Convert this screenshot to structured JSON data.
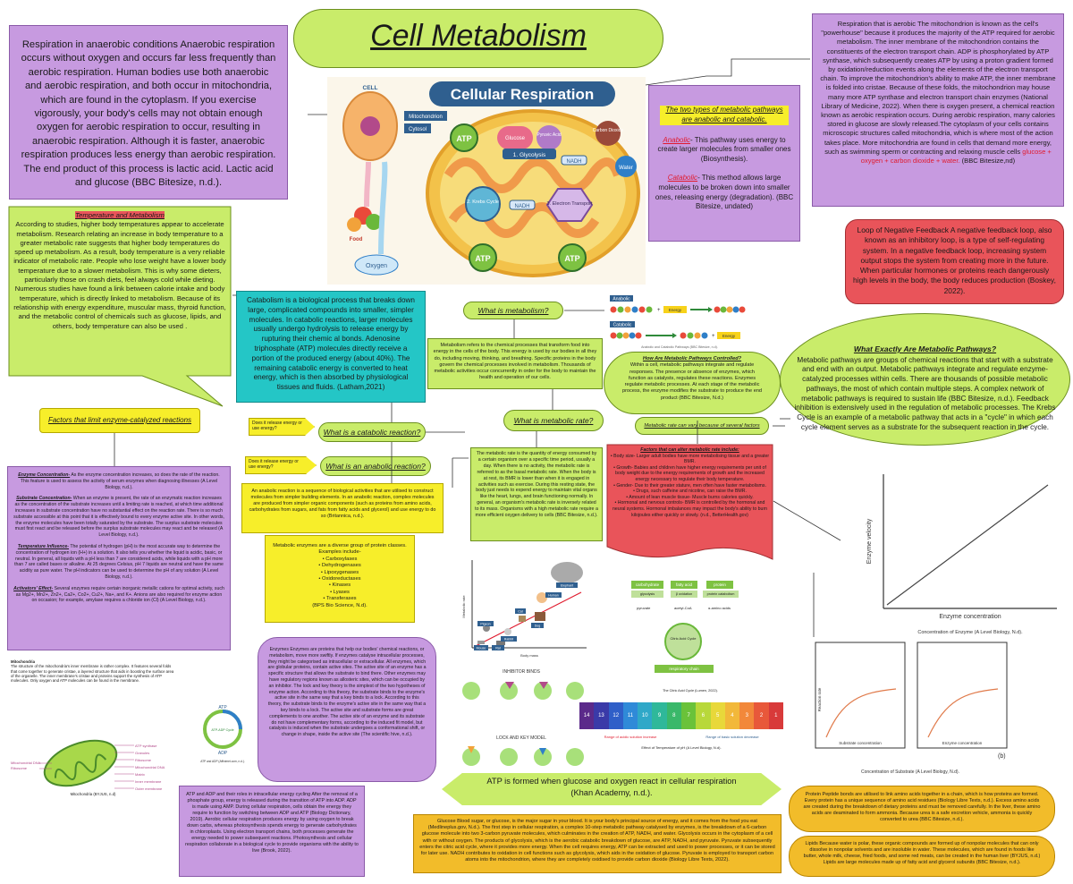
{
  "title": "Cell Metabolism",
  "anaerobic_box": "Respiration in anaerobic conditions Anaerobic respiration occurs without oxygen and occurs far less frequently than aerobic respiration. Human bodies use both anaerobic and aerobic respiration, and both occur in mitochondria, which are found in the cytoplasm. If you exercise vigorously, your body's cells may not obtain enough oxygen for aerobic respiration to occur, resulting in anaerobic respiration. Although it is faster, anaerobic respiration produces less energy than aerobic respiration. The end product of this process is lactic acid. Lactic acid and glucose (BBC Bitesize, n.d.).",
  "aerobic_box": {
    "text": "Respiration that is aerobic  The mitochondrion is known as the cell's \"powerhouse\" because it produces the majority of the ATP required for aerobic metabolism. The inner membrane of the mitochondrion contains the constituents of the electron transport chain.  ADP is phosphorylated by ATP synthase, which subsequently creates ATP by using a proton gradient formed by oxidation/reduction events along the elements of the electron transport chain. To improve the mitochondrion's ability to make ATP, the inner membrane is folded into cristae. Because of these folds, the mitochondrion may house many more ATP synthase and electron transport chain enzymes (National Library of Medicine, 2022). When there is oxygen present, a chemical reaction known as aerobic respiration occurs. During aerobic respiration, many calories stored in glucose are slowly released.The cytoplasm of your cells contains microscopic structures called mitochondria, which is where most of the action takes place. More mitochondria are found in cells that demand more energy, such as swimming sperm or contracting and relaxing muscle cells",
    "equation": "glucose + oxygen + carbon dioxide + water.",
    "citation": " (BBC Bitesize,nd)"
  },
  "pathway_types": {
    "heading": "The two types of metabolic pathways are anabolic and catabolic.",
    "anabolic_label": "Anabolic",
    "anabolic_text": "- This pathway uses energy to create larger molecules from smaller ones (Biosynthesis).",
    "catabolic_label": "Catabolic",
    "catabolic_text": "- This method allows large molecules to be broken down into smaller ones, releasing energy (degradation).   (BBC Bitesize, undated)"
  },
  "temperature": {
    "heading": "Temperature and Metabolism",
    "text": "According to studies, higher body temperatures appear to accelerate metabolism.  Research relating an increase in body temperature to a greater metabolic rate suggests that higher body temperatures do speed up metabolism. As a result, body temperature is a very reliable indicator of metabolic rate.  People who lose weight have a lower body temperature due to a slower metabolism. This is why some dieters, particularly those on crash diets, feel always cold while dieting. Numerous studies have found a link between calorie intake and body temperature, which is directly linked to metabolism.  Because of its relationship with energy expenditure, muscular mass, thyroid function, and the metabolic control of chemicals such as glucose, lipids, and others, body temperature can also be used ."
  },
  "negative_feedback": "Loop of Negative Feedback A negative feedback loop, also known as an inhibitory loop, is a type of self-regulating system. In a negative feedback loop, increasing system output stops the system from creating more in the future. When particular hormones or proteins reach dangerously high levels in the body, the body reduces production (Boskey, 2022).",
  "metabolic_pathways": {
    "heading": "What Exactly Are Metabolic Pathways?",
    "text": "Metabolic pathways are groups of chemical reactions that start with a substrate and end with an output. Metabolic pathways integrate and regulate enzyme-catalyzed processes within cells. There are thousands of possible metabolic pathways, the most of which contain multiple steps. A complex network of metabolic pathways is required to sustain life (BBC Bitesize, n.d.).  Feedback inhibition is extensively used in the regulation of metabolic processes. The Krebs Cycle is an example of a metabolic pathway that acts in a \"cycle\" in which each cycle element serves as a substrate for the subsequent reaction in the cycle."
  },
  "catabolism_box": "Catabolism is a biological process that breaks down large, complicated compounds into smaller, simpler molecules.  In catabolic reactions, larger molecules usually undergo hydrolysis to release energy by rupturing their chemic al bonds. Adenosine triphosphate (ATP) molecules directly receive a portion of the produced energy (about 40%).  The remaining catabolic energy is converted to heat energy, which is then absorbed by physiological tissues and fluids. (Latham,2021)",
  "pills": {
    "what_is_metabolism": "What is metabolism?",
    "what_is_rate": "What is metabolic rate?",
    "what_is_catabolic": "What is a catabolic reaction?",
    "what_is_anabolic": "What is an anabolic reaction?",
    "rate_varies": "Metabolic rate can vary because of several factors"
  },
  "tags": {
    "catabolic_q": "Does it release energy or use energy?",
    "anabolic_q": "Does it release energy or use energy?"
  },
  "metabolism_def": "Metabolism refers to the chemical processes that transform food into energy in the cells of the body.  This energy is used by our bodies in all they do, including moving, thinking, and breathing. Specific proteins in the body govern the chemical processes involved in metabolism.  Thousands of metabolic activities occur concurrently in order for the body to maintain the health and operation of our cells.",
  "how_regulated": {
    "heading": "How Are Metabolic Pathways Controlled?",
    "text": "Within a cell, metabolic pathways integrate and regulate responses. The presence or absence of enzymes, which function as catalysts, regulates these reactions. Enzymes regulate metabolic processes. At each stage of the metabolic process, the enzyme modifies the substrate to produce the end product (BBC Bitesize, N.d.)"
  },
  "metabolic_rate_def": "The metabolic rate is the quantity of energy consumed by a certain organism over a specific time period, usually a day. When there is no activity, the metabolic rate is referred to as the basal metabolic rate. When the body is at rest, its BMR is lower than when it is engaged in activities such as exercise. During this resting state, the body just needs to expend energy to maintain vital organs like the heart, lungs, and brain functioning normally. In general, an organism's metabolic rate is inversely related to its mass. Organisms with a high metabolic rate require a more efficient oxygen delivery to cells (BBC Bitesize, n.d.).",
  "factors_rate": {
    "heading": "Factors that can alter metabolic rate include:",
    "items": [
      "• Body size- Larger adult bodies have more metabolising tissue and a greater BMR.",
      "• Growth- Babies and children have higher energy requirements per unit of body weight due to the energy requirements of growth and the increased energy necessary to regulate their body temperature.",
      "• Gender- Due to their greater stature, men often have faster metabolisms.",
      "• Drugs, such caffeine and nicotine, can raise the BMR.",
      "• Amount of lean muscle tissue- Muscle burns calories quickly.",
      "• Hormonal and nervous controls- BMR is controlled by the hormonal and neural systems. Hormonal imbalances may impact the body's ability to burn kilojoules either quickly or slowly.  (n.d., BetterHealth.gov)"
    ]
  },
  "anabolic_def": "An anabolic reaction is a sequence of biological activities that are utilised to construct molecules from simpler building elements. In an anabolic reaction, complex molecules are produced from simpler organic components (such as proteins from amino acids, carbohydrates from sugars, and fats from fatty acids and glycerol) and use energy to do so (Britannica, n.d.).",
  "factors_enzyme_pill": "Factors that limit enzyme-catalyzed reactions",
  "enzyme_factors": [
    {
      "label": "Enzyme Concentration-",
      "text": " As the enzyme concentration increases, so does the rate of the reaction. This feature is used to assess the activity of serum enzymes when diagnosing illnesses (A Level Biology, n.d.)."
    },
    {
      "label": "Substrate Concentration-",
      "text": " When an enzyme is present, the rate of an enzymatic reaction increases as the concentration of the substrate increases until a limiting rate is reached, at which time additional increases in substrate concentration have no substantial effect on the reaction rate. There is so much substrate accessible at this point that it is effectively bound to every enzyme active site. In other words, the enzyme molecules have been totally saturated by the substrate. The surplus substrate molecules must first react and be released before the surplus substrate molecules may react and be released (A Level Biology, n.d.)."
    },
    {
      "label": "Temperature Influence-",
      "text": " The potential of hydrogen (pH) is the most accurate way to determine the concentration of hydrogen ion (H+) in a solution. It also tells you whether the liquid is acidic, basic, or neutral. In general, all liquids with a pH less than 7 are considered acids, while liquids with a pH more than 7 are called bases or alkaline. At 25 degrees Celsius, pH 7 liquids are neutral and have the same acidity as pure water. The pH indicators can be used to determine the pH of any solution (A Level Biology, n.d.)."
    },
    {
      "label": "Activators' Effect-",
      "text": " Several enzymes require certain inorganic metallic cations for optimal activity, such as Mg2+, Mn2+, Zn2+, Ca2+, Co2+, Cu2+, Na+, and K+. Anions are also required for enzyme action on occasion; for example, amylase requires a chloride ion (Cl) (A Level Biology, n.d.)."
    }
  ],
  "metabolic_enzymes": {
    "intro": "Metabolic enzymes are a diverse group of protein classes. Examples include-",
    "items": [
      "• Carboxylases",
      "• Dehydrogenases",
      "• Lipoxygenases",
      "• Oxidoreductases",
      "• Kinases",
      "• Lyases",
      "• Transferases"
    ],
    "cite": "(BPS Bio Science, N.d)."
  },
  "enzymes_box": "Enzymes Enzymes are proteins that help our bodies' chemical reactions, or metabolism, move more swiftly. If enzymes catalyse intracellular processes, they might be categorised as intracellular or extracellular. All enzymes, which are globular proteins, contain active sites. The active site of an enzyme has a specific structure that allows the substrate to bind there. Other enzymes may have regulatory regions known as allosteric sites, which can be occupied by an inhibitor. The lock and key theory is the simplest of the two hypotheses of enzyme action. According to this theory, the substrate binds to the enzyme's active site in the same way that a key binds to a lock. According to this theory, the substrate binds to the enzyme's active site in the same way that a key binds to a lock. The active site and substrate forms are great complements to one another. The active site of an enzyme and its substrate do not have complementary forms, according to the induced fit model, but catalysis is induced when the substrate undergoes a conformational shift, or change in shape, inside the active site (The scientific hive, n.d.).",
  "atp_adp_box": "ATP and ADP and their roles in intracellular energy cycling After the removal of a phosphate group, energy is released during the transition of ATP into ADP. ADP is made using AMP. During cellular respiration, cells obtain the energy they require to function by switching between ADP and ATP (Biology Dictionary, 2019). Aerobic cellular respiration produces energy by using oxygen to break down carbs, whereas photosynthesis spends energy to generate carbohydrates in chloroplasts. Using electron transport chains, both processes generate the energy needed to power subsequent reactions. Photosynthesis and cellular respiration collaborate in a biological cycle to provide organisms with the ability to live (Brook, 2022).",
  "atp_formed": "ATP is formed when glucose and oxygen react in cellular respiration (Khan Academy, n.d.).",
  "glucose_box": "Glucose Blood sugar, or glucose, is the major sugar in your blood. It is your body's principal source of energy, and it comes from the food you eat (Medlineplus.gov, N.d.). The first step in cellular respiration, a complex 10-step metabolic pathway catalysed by enzymes, is the breakdown of a 6-carbon glucose molecule into two 3-carbon pyruvate molecules, which culminates in the creation of ATP, NADH, and water. Glycolysis occurs in the cytoplasm of a cell with or without oxygen. The products of glycolysis, which is the aerobic catabolic breakdown of glucose, are ATP, NADH, and pyruvate. Pyruvate subsequently enters the citric acid cycle, where it provides more energy. When the cell requires energy, ATP can be extracted and used to power processes, or it can be stored for later use. NADH contributes to oxidation in cell functions such as glycolysis, which aids in the oxidation of glucose. Pyruvate is employed to transport carbon atoms into the mitochondrion, where they are completely oxidised to provide carbon dioxide (Biology Libre Texts, 2022).",
  "protein_box": "Protein Peptide bonds are utilised to link amino acids together in a chain, which is how proteins are formed. Every protein has a unique sequence of amino acid residues (Biology Libre Texts, n.d.). Excess amino acids are created during the breakdown of dietary proteins and must be removed carefully. In the liver, these amino acids are deaminated to form ammonia.  Because urea is a safe excretion vehicle, ammonia is quickly converted to urea (BBC Bitesize, n.d.).",
  "lipids_box": "Lipids Because water is polar, these organic compounds are formed up of nonpolar molecules that can only dissolve in nonpolar solvents and are insoluble in water. These molecules, which are found in foods like butter, whole milk, cheese, fried foods, and some red meats, can be created in the human liver (BYJUS, n.d.) Lipids are large molecules made up of fatty acid and glycerol subunits (BBC Bitesize, n.d.).",
  "cellular_respiration": {
    "title": "Cellular Respiration",
    "cell": "CELL",
    "mitochondrion": "Mitochondrion",
    "cytosol": "Cytosol",
    "glucose": "Glucose",
    "pyruvic_acid": "Pyruvic Acid",
    "glycolysis": "1. Glycolysis",
    "carbon_dioxide": "Carbon Dioxide",
    "nadh": "NADH",
    "krebs": "2. Krebs Cycle",
    "electron": "3. Electron Transport",
    "water": "Water",
    "atp": "ATP",
    "food": "Food",
    "oxygen": "Oxygen"
  },
  "anabolic_catabolic_diagram": {
    "anabolic": "Anabolic",
    "catabolic": "Catabolic",
    "energy": "Energy",
    "caption": "Anabolic and Catabolic Pathways (BBC Bitesize, n.d)."
  },
  "enzyme_graph": {
    "ylabel": "Enzyme velocity",
    "xlabel": "Enzyme concentration",
    "caption": "Concentration of Enzyme (A Level Biology, N.d)."
  },
  "substrate_graph": {
    "ylabel_a": "Reaction rate",
    "xlabel_a": "Substrate concentration",
    "xlabel_b": "Enzyme concentration",
    "label_b": "(b)",
    "caption": "Concentration of Substrate (A Level Biology, N.d)."
  },
  "body_mass_chart": {
    "ylabel": "Metabolic rate",
    "xlabel": "Body mass",
    "animals": [
      "Elephant",
      "Human",
      "Dog",
      "Cat",
      "Pigeon",
      "Rabbit",
      "Mouse",
      "Rat"
    ]
  },
  "citric_cycle": {
    "carbohydrate": "carbohydrate",
    "fatty_acid": "fatty acid",
    "protein": "protein",
    "glycolysis": "glycolysis",
    "beta_ox": "β oxidation",
    "protein_catabolism": "protein catabolism",
    "pyruvate": "pyruvate",
    "acetyl_coa": "acetyl-CoA",
    "amino_acids": "α-amino acids",
    "cycle": "Citric Acid Cycle",
    "resp_chain": "respiratory chain",
    "caption": "The Citric Acid Cycle (Lumen, 2022)."
  },
  "ph_scale": {
    "numbers": [
      "14",
      "13",
      "12",
      "11",
      "10",
      "9",
      "8",
      "7",
      "6",
      "5",
      "4",
      "3",
      "2",
      "1"
    ],
    "range_left": "Range of acidic solution increase",
    "range_right": "Range of basic solution decrease",
    "caption": "Effect of Temperature of pH (A Level Biology, N.d)."
  },
  "lock_key": {
    "inhibitor_title": "INHIBITOR BINDS",
    "lock_title": "LOCK AND KEY MODEL"
  },
  "mitochondria_diagram": {
    "title": "Mitochondria",
    "text": "The structure of the mitochondria's inner membrane is rather complex. It features several folds that come together to generate cristae, a layered structure that aids in boosting the surface area of the organelle. The inner membrane's cristae and proteins support the synthesis of ATP molecules. Only oxygen and ATP molecules can be found in the membrane.",
    "labels_right": [
      "ATP synthase",
      "Granules",
      "Ribosome",
      "Mitochondrial DNA",
      "Matrix",
      "Inner membrane",
      "Outer membrane"
    ],
    "labels_left": [
      "Mitochondrial DNA",
      "Ribosome"
    ],
    "caption": "Mitochondria (BYJUS, n.d)"
  },
  "atp_cycle": {
    "atp": "ATP",
    "adp": "ADP",
    "cycle": "ATP-ADP Cycle",
    "caption": "ATP and ADP (Affinimet.com, n.d.)."
  },
  "colors": {
    "title_bg": "#c9ec6a",
    "purple": "#c79ae0",
    "green": "#c9ec6a",
    "teal": "#24c6c6",
    "yellow": "#f7ee2a",
    "red": "#e9545a",
    "orange": "#f2bc2a"
  }
}
